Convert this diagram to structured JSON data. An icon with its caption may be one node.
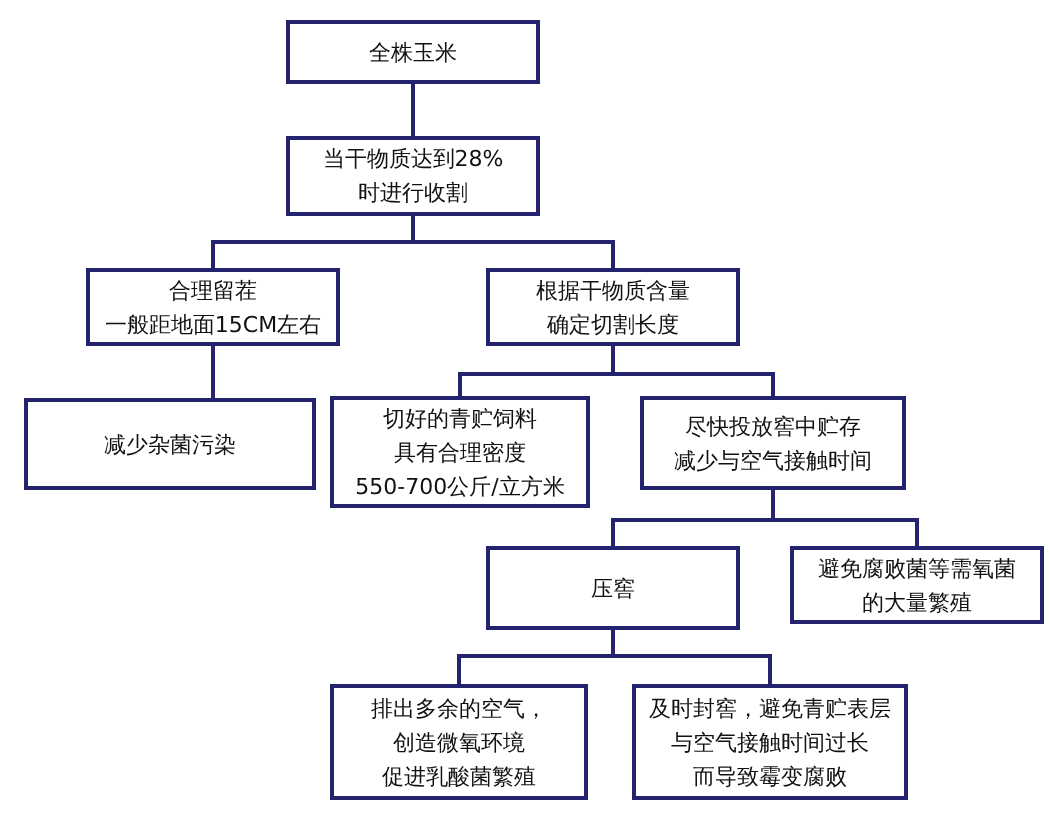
{
  "diagram": {
    "nodes": [
      {
        "text": [
          "全株玉米"
        ]
      },
      {
        "text": [
          "当干物质达到28%时进行收割"
        ]
      },
      {
        "text": [
          "合理留茬",
          "一般距地面15CM左右"
        ]
      },
      {
        "text": [
          "根据干物质含量确定切割长度"
        ]
      },
      {
        "text": [
          "减少杂菌污染"
        ]
      },
      {
        "text": [
          "切好的青贮饲料",
          "具有合理密度",
          "550-700公斤/立方米"
        ]
      },
      {
        "text": [
          "尽快投放窖中贮存",
          "减少与空气接触时间"
        ]
      },
      {
        "text": [
          "压窖"
        ]
      },
      {
        "text": [
          "避免腐败菌等需氧菌的大量繁殖"
        ]
      },
      {
        "text": [
          "排出多余的空气，",
          "创造微氧环境",
          "促进乳酸菌繁殖"
        ]
      },
      {
        "text": [
          "及时封窖，避免青贮表层",
          "与空气接触时间过长",
          "而导致霉变腐败"
        ]
      }
    ],
    "edges": [
      {
        "from": 0,
        "to": 1,
        "arrow": "none"
      },
      {
        "from": 1,
        "to": 2,
        "arrow": "none"
      },
      {
        "from": 1,
        "to": 3,
        "arrow": "none"
      },
      {
        "from": 2,
        "to": 4,
        "arrow": "none"
      },
      {
        "from": 3,
        "to": 5,
        "arrow": "none"
      },
      {
        "from": 3,
        "to": 6,
        "arrow": "none"
      },
      {
        "from": 6,
        "to": 7,
        "arrow": "none"
      },
      {
        "from": 6,
        "to": 8,
        "arrow": "none"
      },
      {
        "from": 7,
        "to": 9,
        "arrow": "none"
      },
      {
        "from": 7,
        "to": 10,
        "arrow": "none"
      }
    ]
  }
}
